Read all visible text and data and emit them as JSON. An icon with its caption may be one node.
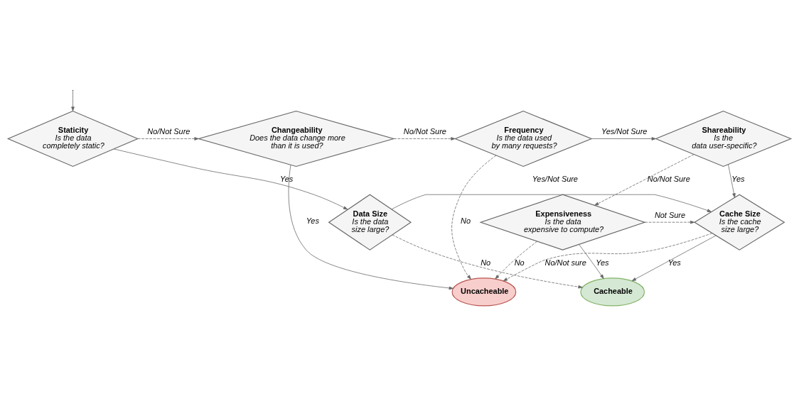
{
  "diagram": {
    "nodes": [
      {
        "text": [
          "Staticity",
          "Is the data completely static?"
        ]
      },
      {
        "text": [
          "Changeability",
          "Does the data change more than it is used?"
        ]
      },
      {
        "text": [
          "Frequency",
          "Is the data used by many requests?"
        ]
      },
      {
        "text": [
          "Shareability",
          "Is the data user-specific?"
        ]
      },
      {
        "text": [
          "Data Size",
          "Is the data size large?"
        ]
      },
      {
        "text": [
          "Uncacheable"
        ]
      },
      {
        "text": [
          "Cache Size",
          "Is the cache size large?"
        ]
      },
      {
        "text": [
          "Expensiveness",
          "Is the data expensive to compute?"
        ]
      },
      {
        "text": [
          "Cacheable"
        ]
      }
    ],
    "edges": [
      {
        "from": null,
        "to": 0,
        "arrow": "to"
      },
      {
        "from": 0,
        "to": 1,
        "arrow": "to",
        "label": "No/Not Sure",
        "style": "dashed"
      },
      {
        "from": 1,
        "to": 2,
        "arrow": "to",
        "label": "No/Not Sure",
        "style": "dashed"
      },
      {
        "from": 2,
        "to": 3,
        "arrow": "to",
        "label": "Yes/Not Sure"
      },
      {
        "from": 0,
        "to": 4,
        "arrow": "to",
        "label": "Yes"
      },
      {
        "from": 1,
        "to": 5,
        "arrow": "to",
        "label": "Yes"
      },
      {
        "from": 2,
        "to": 5,
        "arrow": "to",
        "label": "No",
        "style": "dashed"
      },
      {
        "from": 3,
        "to": 6,
        "arrow": "to",
        "label": "Yes"
      },
      {
        "from": 3,
        "to": 7,
        "arrow": "to",
        "label": "No/Not Sure",
        "style": "dashed"
      },
      {
        "from": 6,
        "to": 5,
        "arrow": "to",
        "label": "No/Not sure",
        "style": "dashed"
      },
      {
        "from": 7,
        "to": 5,
        "arrow": "to",
        "label": "No",
        "style": "dashed"
      },
      {
        "from": 4,
        "to": 6,
        "arrow": "to",
        "label": "Yes/Not Sure"
      },
      {
        "from": 7,
        "to": 6,
        "arrow": "to",
        "label": "Not Sure",
        "style": "dashed"
      },
      {
        "from": 6,
        "to": 8,
        "arrow": "to",
        "label": "Yes"
      },
      {
        "from": 7,
        "to": 8,
        "arrow": "to",
        "label": "Yes"
      },
      {
        "from": 4,
        "to": 8,
        "arrow": "to",
        "label": "No",
        "style": "dashed"
      }
    ]
  }
}
